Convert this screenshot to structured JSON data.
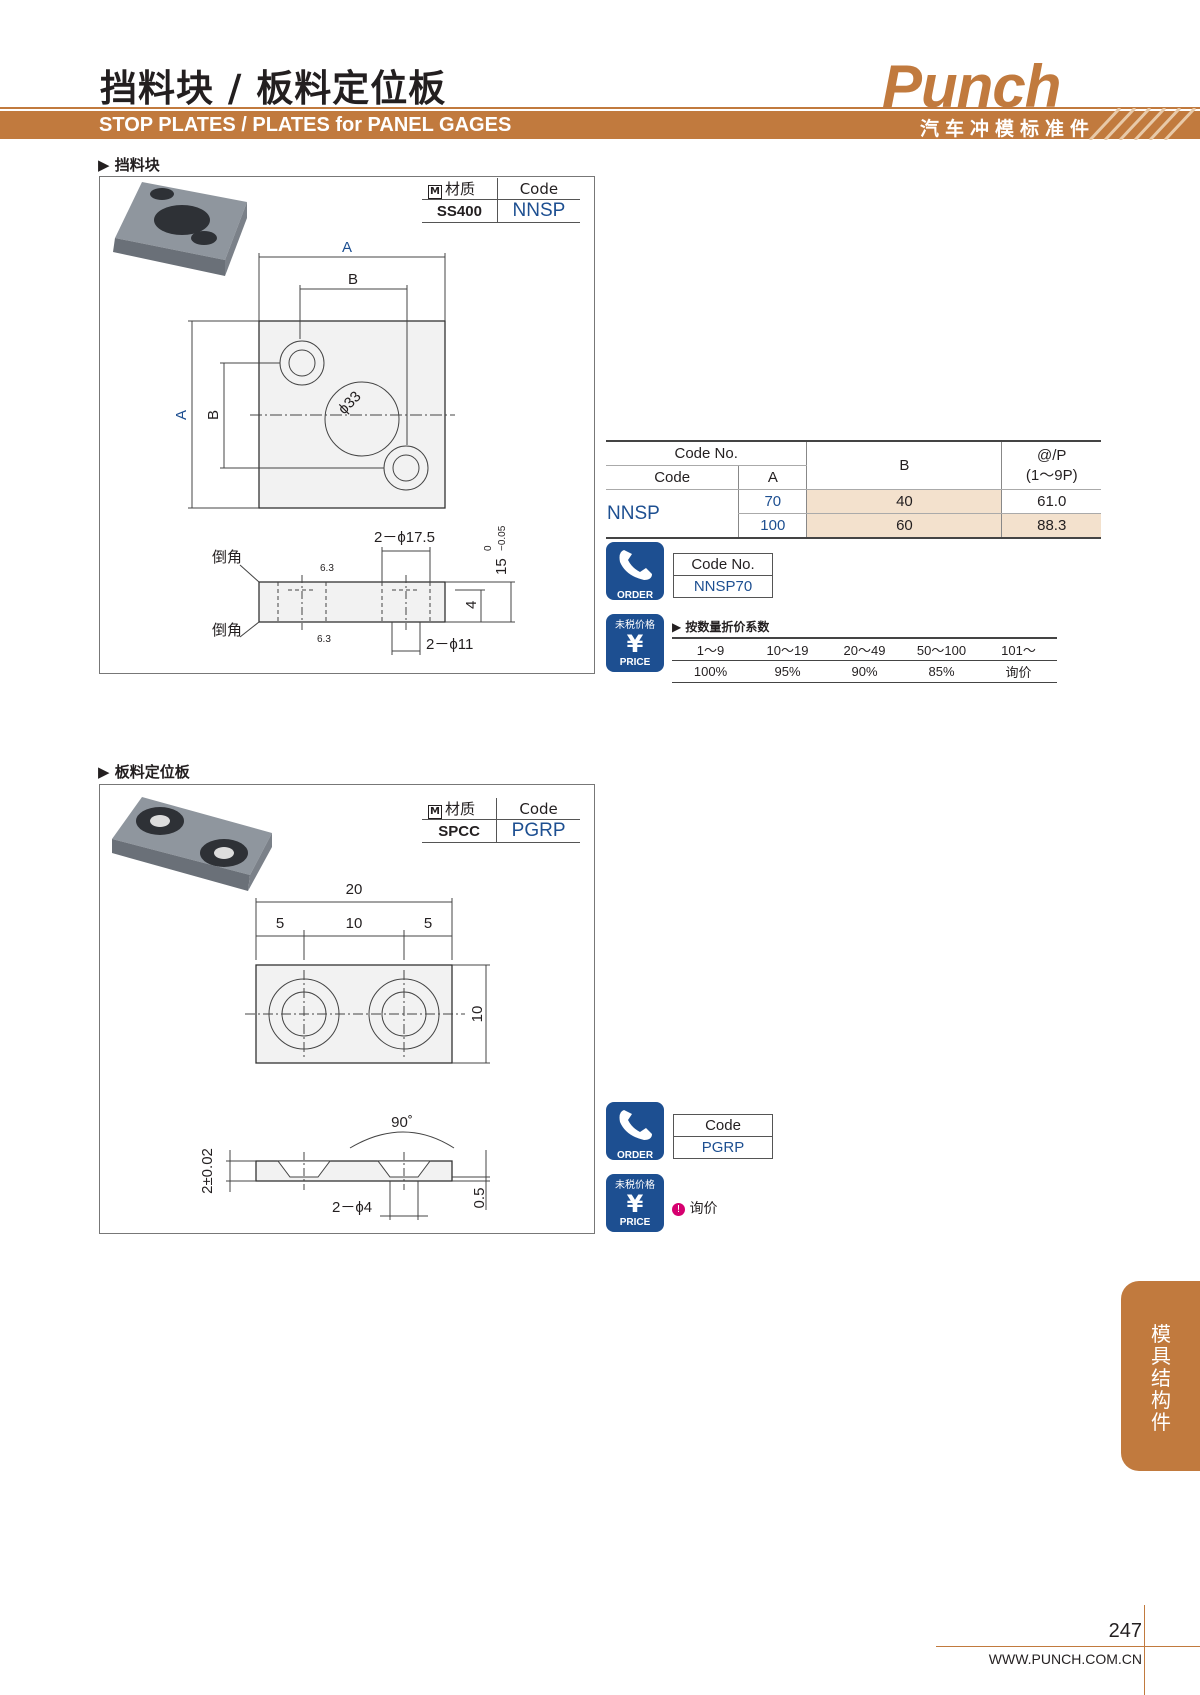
{
  "header": {
    "title_cn": "挡料块 / 板料定位板",
    "title_en": "STOP PLATES / PLATES for PANEL GAGES",
    "brand": "Punch",
    "brand_sub": "汽车冲模标准件"
  },
  "section1": {
    "title": "挡料块",
    "material_label": "材质",
    "code_label": "Code",
    "material": "SS400",
    "code": "NNSP",
    "drawing": {
      "dim_A_top": "A",
      "dim_B_top": "B",
      "dim_A_side": "A",
      "dim_B_side": "B",
      "hole_dia": "ϕ33",
      "hole_spec": "2－ϕ17.5",
      "hole_spec2": "2－ϕ11",
      "thickness": "15",
      "tol_top": "0",
      "tol_bottom": "−0.05",
      "depth": "4",
      "chamfer1": "倒角",
      "chamfer2": "倒角",
      "rough1": "6.3",
      "rough2": "6.3"
    },
    "spec_table": {
      "h_codeno": "Code No.",
      "h_code": "Code",
      "h_a": "A",
      "h_b": "B",
      "h_price": "@/P",
      "h_price_sub": "(1～9P)",
      "code": "NNSP",
      "rows": [
        {
          "a": "70",
          "b": "40",
          "price": "61.0"
        },
        {
          "a": "100",
          "b": "60",
          "price": "88.3"
        }
      ]
    },
    "order": {
      "icon_label": "ORDER",
      "code_label": "Code No.",
      "code_value": "NNSP70"
    },
    "price": {
      "icon_label_top": "未税价格",
      "icon_label_bottom": "PRICE",
      "yen": "¥",
      "discount_title": "按数量折价系数",
      "quantities": [
        "1～9",
        "10～19",
        "20～49",
        "50～100",
        "101～"
      ],
      "rates": [
        "100%",
        "95%",
        "90%",
        "85%",
        "询价"
      ]
    }
  },
  "section2": {
    "title": "板料定位板",
    "material_label": "材质",
    "code_label": "Code",
    "material": "SPCC",
    "code": "PGRP",
    "drawing": {
      "d20": "20",
      "d5a": "5",
      "d10": "10",
      "d5b": "5",
      "d10h": "10",
      "angle": "90˚",
      "thick": "2±0.02",
      "hole": "2－ϕ4",
      "depth": "0.5"
    },
    "order": {
      "icon_label": "ORDER",
      "code_label": "Code",
      "code_value": "PGRP"
    },
    "price": {
      "icon_label_top": "未税价格",
      "icon_label_bottom": "PRICE",
      "yen": "¥",
      "note": "询价"
    }
  },
  "side_tab": "模具结构件",
  "footer": {
    "page": "247",
    "url": "WWW.PUNCH.COM.CN"
  }
}
